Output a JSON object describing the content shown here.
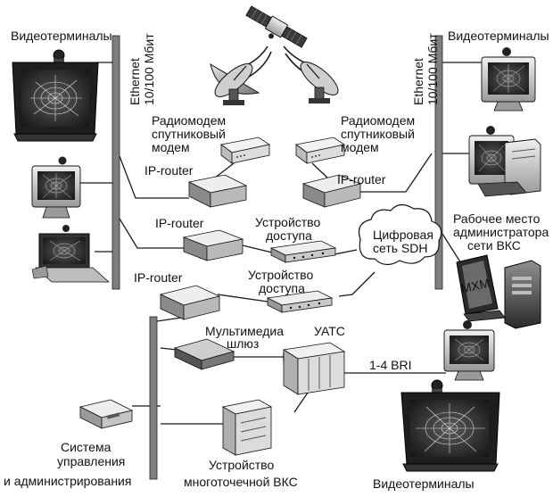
{
  "labels": {
    "videoterminals_top_left": "Видеотерминалы",
    "videoterminals_top_right": "Видеотерминалы",
    "videoterminals_bottom": "Видеотерминалы",
    "ethernet_left_line1": "Ethernet",
    "ethernet_left_line2": "10/100 Мбит",
    "ethernet_right_line1": "Ethernet",
    "ethernet_right_line2": "10/100 Мбит",
    "radiomodem_left": [
      "Радиомодем",
      "спутниковый",
      "модем"
    ],
    "radiomodem_right": [
      "Радиомодем",
      "спутниковый",
      "модем"
    ],
    "ip_router_1": "IP-router",
    "ip_router_2": "IP-router",
    "ip_router_3": "IP-router",
    "ip_router_4": "IP-router",
    "access_device_1": [
      "Устройство",
      "доступа"
    ],
    "access_device_2": [
      "Устройство",
      "доступа"
    ],
    "sdh_network": [
      "Цифровая",
      "сеть SDH"
    ],
    "admin_workplace": [
      "Рабочее место",
      "администратора",
      "сети ВКС"
    ],
    "multimedia_gateway": [
      "Мультимедиа",
      "шлюз"
    ],
    "pbx": "УАТС",
    "bri": "1-4 BRI",
    "management_system": [
      "Система",
      "управления",
      "и администрирования"
    ],
    "multipoint_device": [
      "Устройство",
      "многоточечной ВКС"
    ],
    "server_screen_text": "MXM"
  },
  "colors": {
    "bus": "#7f7f7f",
    "device_body": "#d8d8d8",
    "device_dark": "#5a5a5a",
    "screen": "#262626",
    "line": "#1a1a1a"
  }
}
